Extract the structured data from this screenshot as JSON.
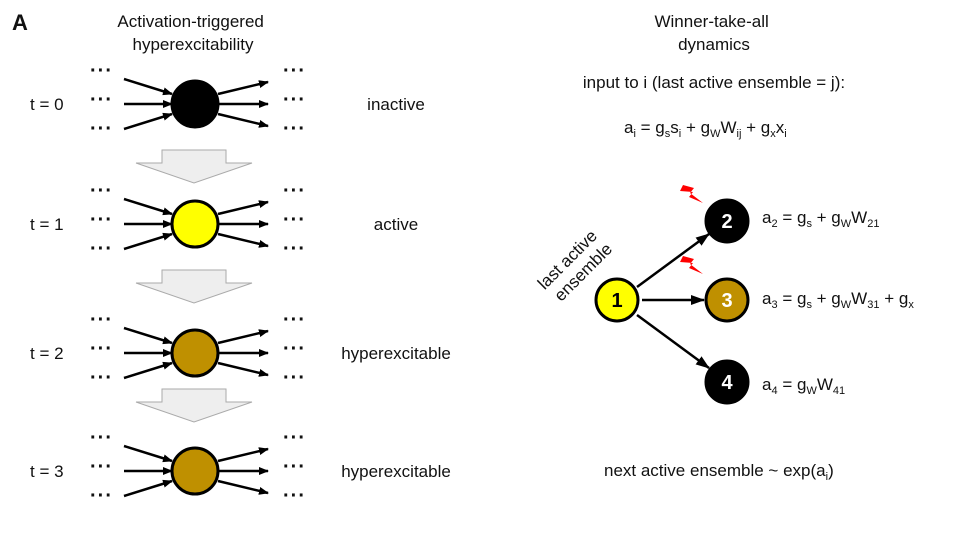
{
  "panel_label": "A",
  "left": {
    "title": [
      "Activation-triggered",
      "hyperexcitability"
    ],
    "dots": "···",
    "rows": [
      {
        "time": "t = 0",
        "state": "inactive",
        "fill": "#000000"
      },
      {
        "time": "t = 1",
        "state": "active",
        "fill": "#ffff00"
      },
      {
        "time": "t = 2",
        "state": "hyperexcitable",
        "fill": "#bf9000"
      },
      {
        "time": "t = 3",
        "state": "hyperexcitable",
        "fill": "#bf9000"
      }
    ]
  },
  "right": {
    "title": [
      "Winner-take-all",
      "dynamics"
    ],
    "input_line": "input to i (last active ensemble = j):",
    "main_eq": [
      "a",
      "i",
      " = g",
      "s",
      "s",
      "i",
      " + g",
      "W",
      "W",
      "ij",
      " + g",
      "x",
      "x",
      "i"
    ],
    "last_active_label": [
      "last active",
      "ensemble"
    ],
    "nodes": [
      {
        "id": "1",
        "fill": "#ffff00",
        "text_color": "#000000"
      },
      {
        "id": "2",
        "fill": "#000000",
        "text_color": "#ffffff"
      },
      {
        "id": "3",
        "fill": "#bf9000",
        "text_color": "#ffffff"
      },
      {
        "id": "4",
        "fill": "#000000",
        "text_color": "#ffffff"
      }
    ],
    "eq_a2": [
      "a",
      "2",
      " = g",
      "s",
      " + g",
      "W",
      "W",
      "21"
    ],
    "eq_a3": [
      "a",
      "3",
      " = g",
      "s",
      " + g",
      "W",
      "W",
      "31",
      " + g",
      "x"
    ],
    "eq_a4": [
      "a",
      "4",
      " = g",
      "W",
      "W",
      "41"
    ],
    "next_line": [
      "next active ensemble ~ exp(a",
      "i",
      ")"
    ]
  },
  "colors": {
    "bolt": "#ff0000",
    "arrow_fill": "#eeeeee",
    "arrow_stroke": "#aaaaaa"
  }
}
